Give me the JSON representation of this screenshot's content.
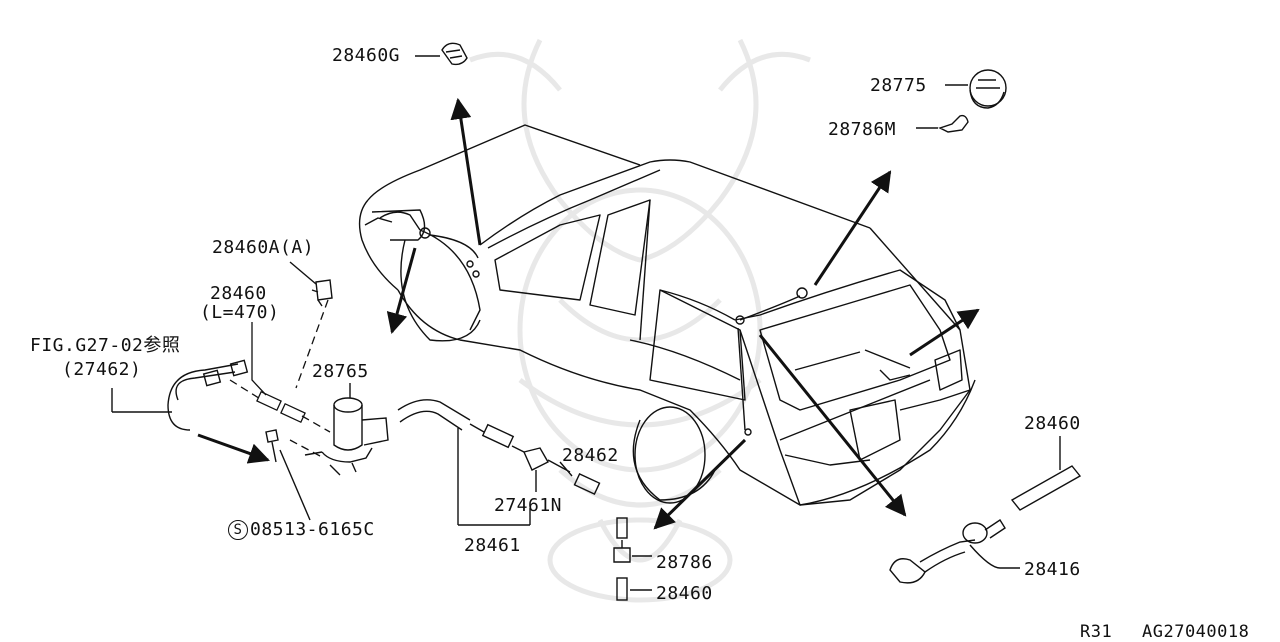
{
  "labels": {
    "p28460G": "28460G",
    "p28775": "28775",
    "p28786M": "28786M",
    "p28460A": "28460A(A)",
    "p28460_l": "28460",
    "p28460_len": "(L=470)",
    "fig_ref": "FIG.G27-02参照",
    "p27462": "(27462)",
    "p28765": "28765",
    "p28462": "28462",
    "p27461N": "27461N",
    "p28461": "28461",
    "screw_code": "08513-6165C",
    "screw_mark": "S",
    "p28460_r": "28460",
    "p28416": "28416",
    "p28786": "28786",
    "p28460_b": "28460"
  },
  "footer": {
    "model": "R31",
    "code": "AG27040018"
  },
  "colors": {
    "line": "#111111",
    "watermark": "#e6e6e6"
  }
}
